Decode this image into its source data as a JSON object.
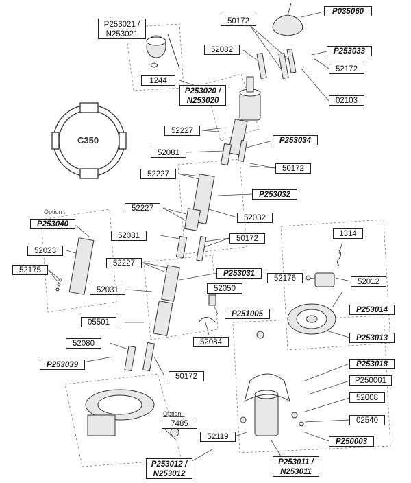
{
  "diagram": {
    "profile_label": "C350",
    "option_label": "Option :",
    "parts": {
      "p035060": "P035060",
      "n50172_top": "50172",
      "p253021": "P253021 /\nN253021",
      "n52082": "52082",
      "p253033": "P253033",
      "n52172": "52172",
      "n1244": "1244",
      "p253020": "P253020 /\nN253020",
      "n02103": "02103",
      "n52227_a": "52227",
      "p253034": "P253034",
      "n52081_a": "52081",
      "n50172_b": "50172",
      "n52227_b": "52227",
      "p253032": "P253032",
      "n52227_c": "52227",
      "n52032": "52032",
      "p253040": "P253040",
      "n52081_b": "52081",
      "n50172_c": "50172",
      "n1314": "1314",
      "n52023": "52023",
      "n52227_d": "52227",
      "n52175": "52175",
      "p253031": "P253031",
      "n52176": "52176",
      "n52012": "52012",
      "n52050": "52050",
      "n52031": "52031",
      "p253014": "P253014",
      "p251005": "P251005",
      "n05501": "05501",
      "n52084": "52084",
      "p253013": "P253013",
      "n52080": "52080",
      "p253039": "P253039",
      "p253018": "P253018",
      "n50172_d": "50172",
      "p250001": "P250001",
      "n52008": "52008",
      "option_7485": "7485",
      "n02540": "02540",
      "n52119": "52119",
      "p250003": "P250003",
      "p253012": "P253012 /\nN253012",
      "p253011": "P253011 /\nN253011"
    }
  }
}
